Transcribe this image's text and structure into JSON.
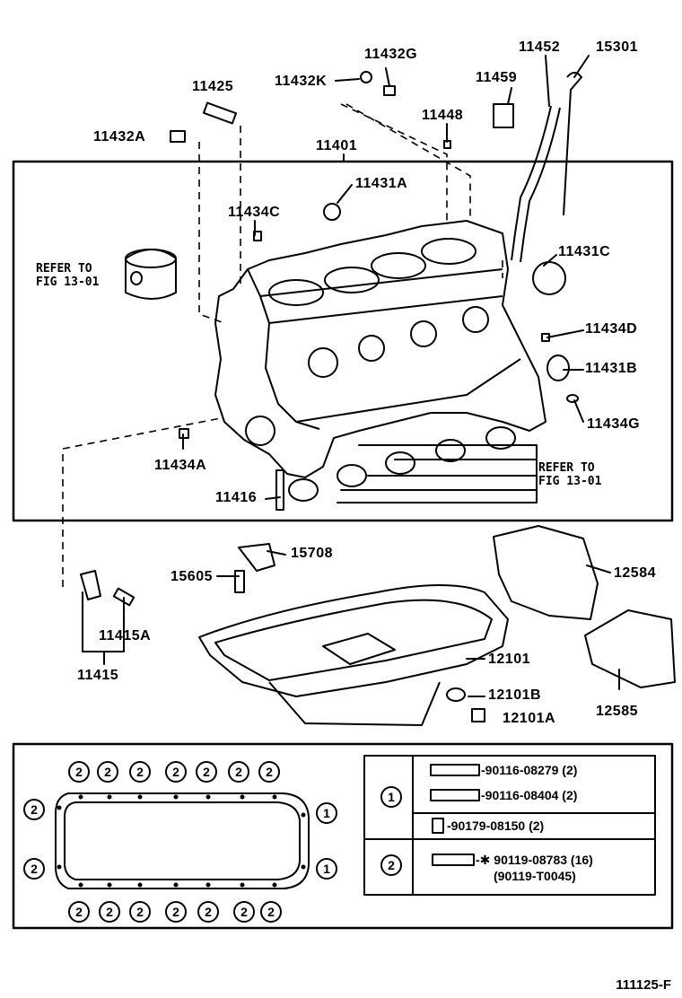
{
  "labels": {
    "p11432G": "11432G",
    "p11452": "11452",
    "p15301": "15301",
    "p11425": "11425",
    "p11432K": "11432K",
    "p11459": "11459",
    "p11448": "11448",
    "p11432A": "11432A",
    "p11401": "11401",
    "p11431A": "11431A",
    "p11434C": "11434C",
    "p11431C": "11431C",
    "p11434D": "11434D",
    "p11431B": "11431B",
    "p11434G": "11434G",
    "p11434A": "11434A",
    "p11416": "11416",
    "p15708": "15708",
    "p15605": "15605",
    "p12584": "12584",
    "p11415A": "11415A",
    "p11415": "11415",
    "p12101": "12101",
    "p12101B": "12101B",
    "p12585": "12585",
    "p12101A": "12101A"
  },
  "notes": {
    "refer_piston": "REFER TO\nFIG 13-01",
    "refer_bearing": "REFER TO\nFIG 13-01"
  },
  "legend": {
    "row1a": "-90116-08279 (2)",
    "row1b": "-90116-08404 (2)",
    "row1c": "-90179-08150 (2)",
    "row2a": "-✱ 90119-08783 (16)",
    "row2b": "(90119-T0045)",
    "marker1": "1",
    "marker2": "2"
  },
  "figure_code": "111125-F"
}
